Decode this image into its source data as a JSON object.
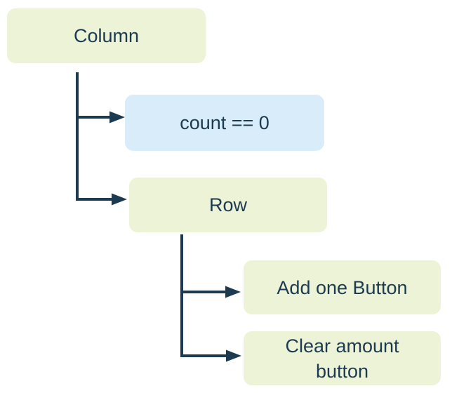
{
  "diagram": {
    "type": "widget-tree",
    "background_color": "#ffffff",
    "line_color": "#1c3b50",
    "text_color": "#1c3b50",
    "node_colors": {
      "widget_fill": "#edf3d7",
      "condition_fill": "#d9ecfa"
    },
    "nodes": [
      {
        "id": "column",
        "label": "Column",
        "kind": "widget"
      },
      {
        "id": "count-condition",
        "label": "count == 0",
        "kind": "condition"
      },
      {
        "id": "row",
        "label": "Row",
        "kind": "widget"
      },
      {
        "id": "add-one-button",
        "label": "Add one Button",
        "kind": "widget"
      },
      {
        "id": "clear-amount-button",
        "label": "Clear amount button",
        "kind": "widget"
      }
    ],
    "edges": [
      {
        "from": "column",
        "to": "count-condition"
      },
      {
        "from": "column",
        "to": "row"
      },
      {
        "from": "row",
        "to": "add-one-button"
      },
      {
        "from": "row",
        "to": "clear-amount-button"
      }
    ]
  }
}
